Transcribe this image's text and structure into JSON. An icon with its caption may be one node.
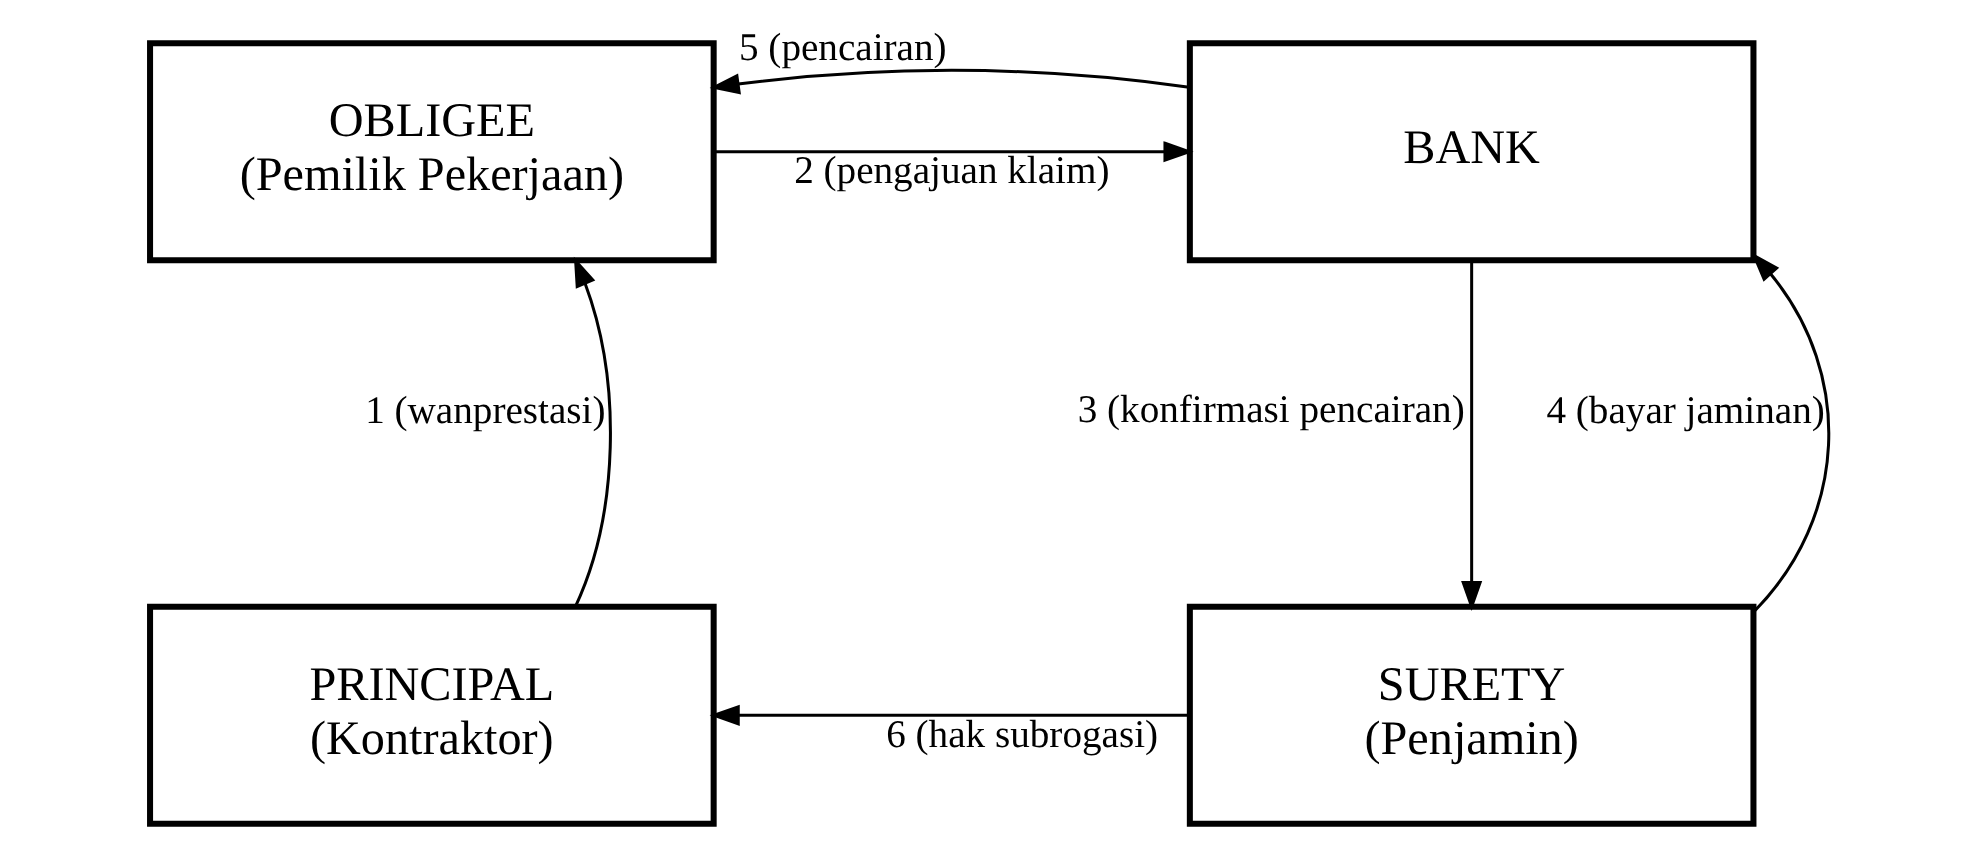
{
  "diagram": {
    "nodes": [
      {
        "text": [
          "OBLIGEE",
          "(Pemilik Pekerjaan)"
        ]
      },
      {
        "text": [
          "BANK"
        ]
      },
      {
        "text": [
          "PRINCIPAL",
          "(Kontraktor)"
        ]
      },
      {
        "text": [
          "SURETY",
          "(Penjamin)"
        ]
      }
    ],
    "edges": [
      {
        "from": 2,
        "to": 0,
        "arrow": "to",
        "label": "1 (wanprestasi)"
      },
      {
        "from": 0,
        "to": 1,
        "arrow": "to",
        "label": "2 (pengajuan klaim)"
      },
      {
        "from": 1,
        "to": 3,
        "arrow": "to",
        "label": "3 (konfirmasi pencairan)"
      },
      {
        "from": 3,
        "to": 1,
        "arrow": "to",
        "label": "4 (bayar jaminan)"
      },
      {
        "from": 1,
        "to": 0,
        "arrow": "to",
        "label": "5 (pencairan)"
      },
      {
        "from": 3,
        "to": 2,
        "arrow": "to",
        "label": "6 (hak subrogasi)"
      }
    ]
  }
}
